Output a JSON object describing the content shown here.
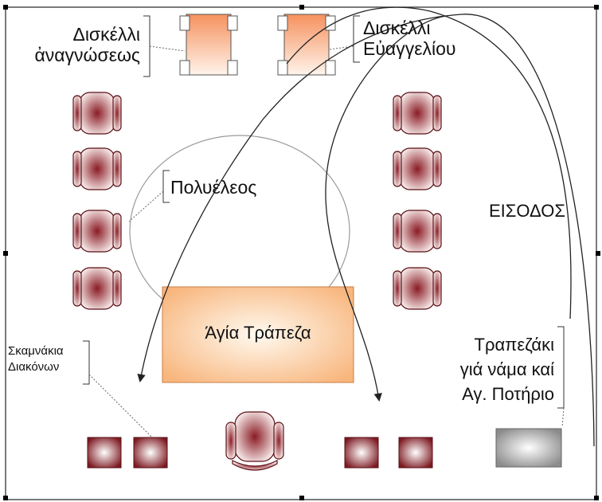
{
  "labels": {
    "lectern_reading": [
      "Δισκέλλι",
      "ἀναγνώσεως"
    ],
    "lectern_gospel": [
      "Δισκέλλι",
      "Εὐαγγελίου"
    ],
    "chandelier": "Πολυέλεος",
    "entrance": "ΕΙΣΟΔΟΣ",
    "holy_table": "Άγία Τράπεζα",
    "deacons_stools": [
      "Σκαμνάκια",
      "Διακόνων"
    ],
    "prothesis_table": [
      "Τραπεζάκι",
      "γιά νάμα καί",
      "Αγ. Ποτήριο"
    ]
  },
  "colors": {
    "chair_dark": "#8a1c24",
    "chair_light": "#f4e4e4",
    "lectern_top": "#f6915e",
    "lectern_bottom": "#fff4ec",
    "table_center": "#fffaf0",
    "table_edge": "#f8b57c",
    "stool_dark": "#7d1a22",
    "stool_light": "#ffffff",
    "small_table_dark": "#8c8c8c",
    "small_table_light": "#ffffff",
    "line": "#222222",
    "circle": "#9a9a9a"
  }
}
